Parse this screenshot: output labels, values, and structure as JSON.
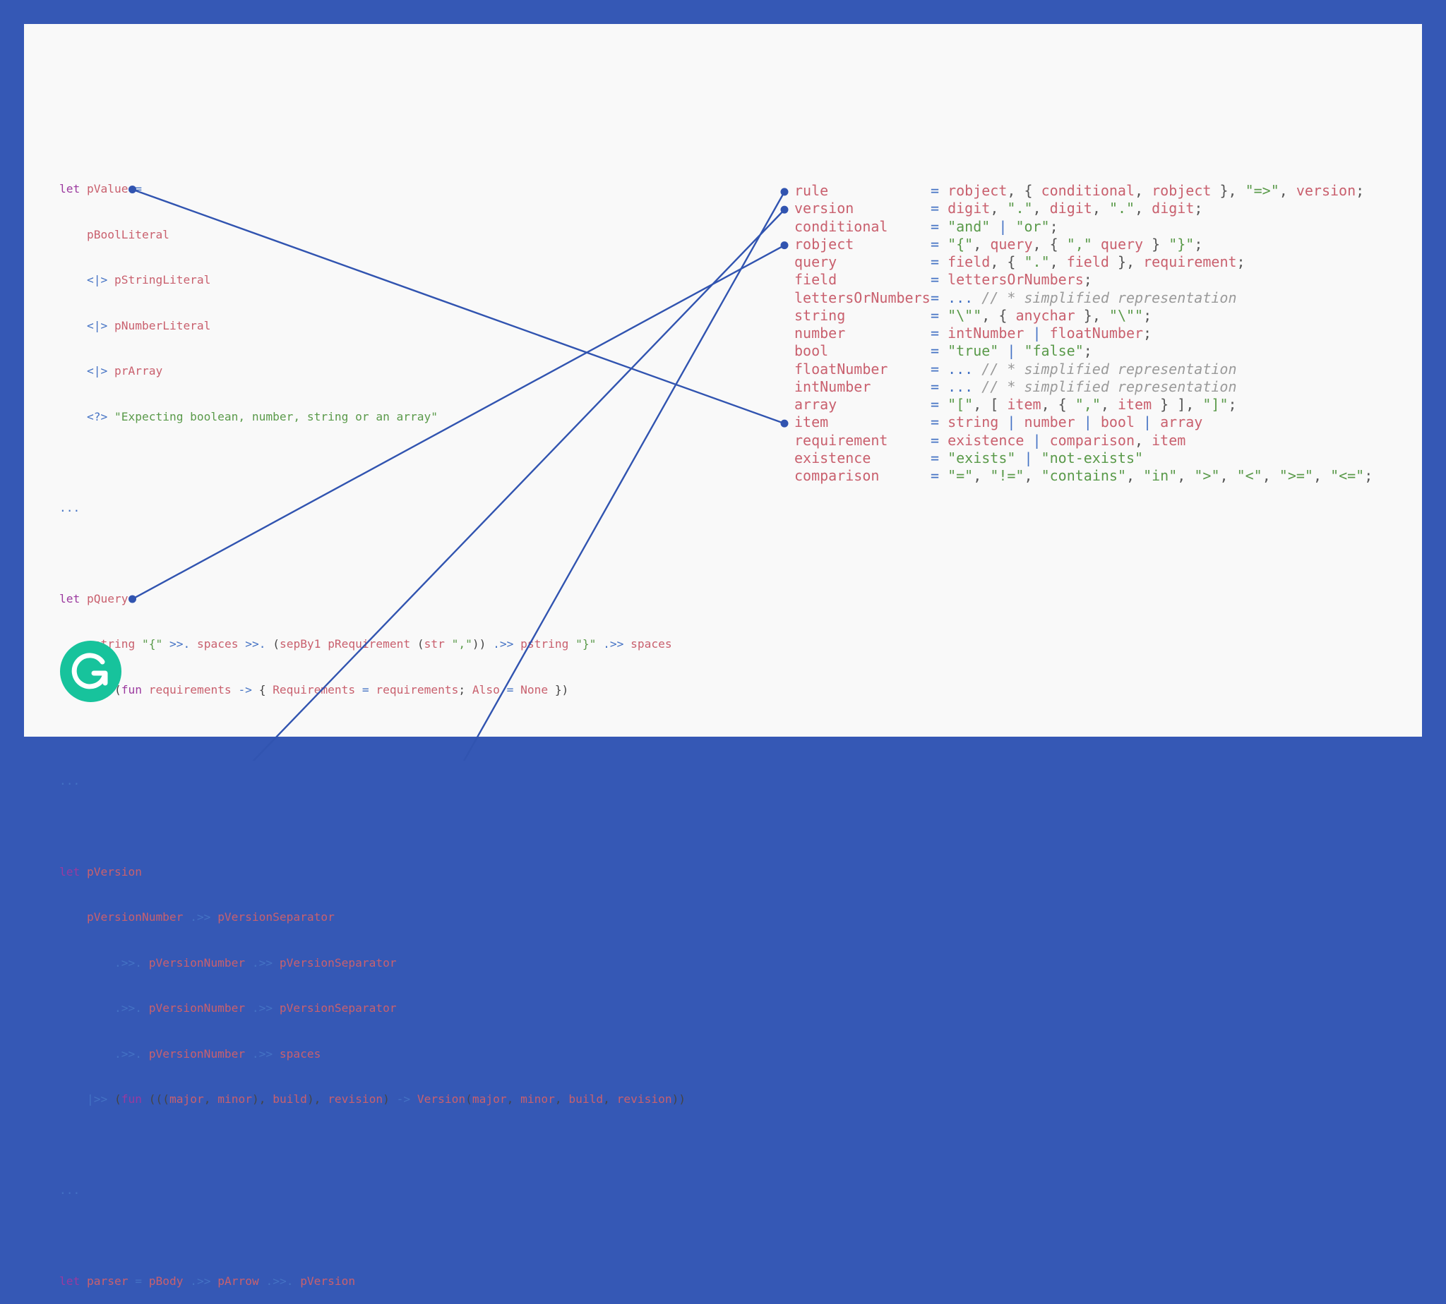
{
  "colors": {
    "frame": "#3558b5",
    "slide": "#f9f9f9",
    "wire": "#3154b0",
    "logo": "#17c39c",
    "ident": "#c9606e",
    "keyword": "#9b3a9f",
    "operator": "#4472c4",
    "string": "#5a9a4a",
    "comment": "#9a9a9a"
  },
  "left_code": {
    "pvalue": {
      "kw": "let",
      "name": "pValue",
      "eq": "=",
      "l1": "pBoolLiteral",
      "op": "<|>",
      "l2": "pStringLiteral",
      "l3": "pNumberLiteral",
      "l4": "prArray",
      "op_fail": "<?>",
      "msg": "\"Expecting boolean, number, string or an array\""
    },
    "ellipsis": "...",
    "pquery": {
      "kw": "let",
      "name": "pQuery",
      "l1_pstring": "pstring",
      "l1_lbrace": "\"{\"",
      "l1_op1": ">>.",
      "l1_spaces": "spaces",
      "l1_op2": ">>.",
      "l1_paren_open": "(",
      "l1_sepby": "sepBy1",
      "l1_preq": "pRequirement",
      "l1_paren2": "(",
      "l1_str": "str",
      "l1_comma": "\",\"",
      "l1_close": "))",
      "l1_op3": ".>>",
      "l1_pstring2": "pstring",
      "l1_rbrace": "\"}\"",
      "l1_op4": ".>>",
      "l1_spaces2": "spaces",
      "l2_op": "|>>",
      "l2_open": "(",
      "l2_fun": "fun",
      "l2_arg": "requirements",
      "l2_arrow": "->",
      "l2_lb": "{",
      "l2_field1": "Requirements",
      "l2_eq1": "=",
      "l2_val1": "requirements",
      "l2_semi": ";",
      "l2_field2": "Also",
      "l2_eq2": "=",
      "l2_val2": "None",
      "l2_close": "})"
    },
    "pversion": {
      "kw": "let",
      "name": "pVersion",
      "l1_a": "pVersionNumber",
      "l1_op": ".>>",
      "l1_b": "pVersionSeparator",
      "l2_op": ".>>.",
      "l2_a": "pVersionNumber",
      "l2_op2": ".>>",
      "l2_b": "pVersionSeparator",
      "l3_op": ".>>.",
      "l3_a": "pVersionNumber",
      "l3_op2": ".>>",
      "l3_b": "pVersionSeparator",
      "l4_op": ".>>.",
      "l4_a": "pVersionNumber",
      "l4_op2": ".>>",
      "l4_b": "spaces",
      "l5_op": "|>>",
      "l5_open": "(",
      "l5_fun": "fun",
      "l5_p": "(((",
      "l5_major": "major",
      "l5_c1": ",",
      "l5_minor": "minor",
      "l5_c2": "),",
      "l5_build": "build",
      "l5_c3": "),",
      "l5_rev": "revision",
      "l5_c4": ")",
      "l5_arrow": "->",
      "l5_ctor": "Version",
      "l5_o": "(",
      "l5_a1": "major",
      "l5_s1": ",",
      "l5_a2": "minor",
      "l5_s2": ",",
      "l5_a3": "build",
      "l5_s3": ",",
      "l5_a4": "revision",
      "l5_end": "))"
    },
    "parser": {
      "kw": "let",
      "name": "parser",
      "eq": "=",
      "a": "pBody",
      "op1": ".>>",
      "b": "pArrow",
      "op2": ".>>.",
      "c": "pVersion"
    }
  },
  "grammar": [
    {
      "lhs": "rule",
      "rhs": [
        [
          "o",
          "= "
        ],
        [
          "i",
          "robject"
        ],
        [
          "p",
          ", { "
        ],
        [
          "i",
          "conditional"
        ],
        [
          "p",
          ", "
        ],
        [
          "i",
          "robject"
        ],
        [
          "p",
          " }, "
        ],
        [
          "s",
          "\"=>\""
        ],
        [
          "p",
          ", "
        ],
        [
          "i",
          "version"
        ],
        [
          "p",
          ";"
        ]
      ]
    },
    {
      "lhs": "version",
      "rhs": [
        [
          "o",
          "= "
        ],
        [
          "i",
          "digit"
        ],
        [
          "p",
          ", "
        ],
        [
          "s",
          "\".\""
        ],
        [
          "p",
          ", "
        ],
        [
          "i",
          "digit"
        ],
        [
          "p",
          ", "
        ],
        [
          "s",
          "\".\""
        ],
        [
          "p",
          ", "
        ],
        [
          "i",
          "digit"
        ],
        [
          "p",
          ";"
        ]
      ]
    },
    {
      "lhs": "conditional",
      "rhs": [
        [
          "o",
          "= "
        ],
        [
          "s",
          "\"and\""
        ],
        [
          "o",
          " | "
        ],
        [
          "s",
          "\"or\""
        ],
        [
          "p",
          ";"
        ]
      ]
    },
    {
      "lhs": "robject",
      "rhs": [
        [
          "o",
          "= "
        ],
        [
          "s",
          "\"{\""
        ],
        [
          "p",
          ", "
        ],
        [
          "i",
          "query"
        ],
        [
          "p",
          ", { "
        ],
        [
          "s",
          "\",\""
        ],
        [
          "p",
          " "
        ],
        [
          "i",
          "query"
        ],
        [
          "p",
          " } "
        ],
        [
          "s",
          "\"}\""
        ],
        [
          "p",
          ";"
        ]
      ]
    },
    {
      "lhs": "query",
      "rhs": [
        [
          "o",
          "= "
        ],
        [
          "i",
          "field"
        ],
        [
          "p",
          ", { "
        ],
        [
          "s",
          "\".\""
        ],
        [
          "p",
          ", "
        ],
        [
          "i",
          "field"
        ],
        [
          "p",
          " }, "
        ],
        [
          "i",
          "requirement"
        ],
        [
          "p",
          ";"
        ]
      ]
    },
    {
      "lhs": "field",
      "rhs": [
        [
          "o",
          "= "
        ],
        [
          "i",
          "lettersOrNumbers"
        ],
        [
          "p",
          ";"
        ]
      ]
    },
    {
      "lhs": "lettersOrNumbers",
      "rhs": [
        [
          "o",
          "= ... "
        ],
        [
          "c",
          "// * simplified representation"
        ]
      ]
    },
    {
      "lhs": "string",
      "rhs": [
        [
          "o",
          "= "
        ],
        [
          "s",
          "\"\\\"\""
        ],
        [
          "p",
          ", { "
        ],
        [
          "i",
          "anychar"
        ],
        [
          "p",
          " }, "
        ],
        [
          "s",
          "\"\\\"\""
        ],
        [
          "p",
          ";"
        ]
      ]
    },
    {
      "lhs": "number",
      "rhs": [
        [
          "o",
          "= "
        ],
        [
          "i",
          "intNumber"
        ],
        [
          "o",
          " | "
        ],
        [
          "i",
          "floatNumber"
        ],
        [
          "p",
          ";"
        ]
      ]
    },
    {
      "lhs": "bool",
      "rhs": [
        [
          "o",
          "= "
        ],
        [
          "s",
          "\"true\""
        ],
        [
          "o",
          " | "
        ],
        [
          "s",
          "\"false\""
        ],
        [
          "p",
          ";"
        ]
      ]
    },
    {
      "lhs": "floatNumber",
      "rhs": [
        [
          "o",
          "= ... "
        ],
        [
          "c",
          "// * simplified representation"
        ]
      ]
    },
    {
      "lhs": "intNumber",
      "rhs": [
        [
          "o",
          "= ... "
        ],
        [
          "c",
          "// * simplified representation"
        ]
      ]
    },
    {
      "lhs": "array",
      "rhs": [
        [
          "o",
          "= "
        ],
        [
          "s",
          "\"[\""
        ],
        [
          "p",
          ", [ "
        ],
        [
          "i",
          "item"
        ],
        [
          "p",
          ", { "
        ],
        [
          "s",
          "\",\""
        ],
        [
          "p",
          ", "
        ],
        [
          "i",
          "item"
        ],
        [
          "p",
          " } ], "
        ],
        [
          "s",
          "\"]\""
        ],
        [
          "p",
          ";"
        ]
      ]
    },
    {
      "lhs": "item",
      "rhs": [
        [
          "o",
          "= "
        ],
        [
          "i",
          "string"
        ],
        [
          "o",
          " | "
        ],
        [
          "i",
          "number"
        ],
        [
          "o",
          " | "
        ],
        [
          "i",
          "bool"
        ],
        [
          "o",
          " | "
        ],
        [
          "i",
          "array"
        ]
      ]
    },
    {
      "lhs": "requirement",
      "rhs": [
        [
          "o",
          "= "
        ],
        [
          "i",
          "existence"
        ],
        [
          "o",
          " | "
        ],
        [
          "i",
          "comparison"
        ],
        [
          "p",
          ", "
        ],
        [
          "i",
          "item"
        ]
      ]
    },
    {
      "lhs": "existence",
      "rhs": [
        [
          "o",
          "= "
        ],
        [
          "s",
          "\"exists\""
        ],
        [
          "o",
          " | "
        ],
        [
          "s",
          "\"not-exists\""
        ]
      ]
    },
    {
      "lhs": "comparison",
      "rhs": [
        [
          "o",
          "= "
        ],
        [
          "s",
          "\"=\""
        ],
        [
          "p",
          ", "
        ],
        [
          "s",
          "\"!=\""
        ],
        [
          "p",
          ", "
        ],
        [
          "s",
          "\"contains\""
        ],
        [
          "p",
          ", "
        ],
        [
          "s",
          "\"in\""
        ],
        [
          "p",
          ", "
        ],
        [
          "s",
          "\">\""
        ],
        [
          "p",
          ", "
        ],
        [
          "s",
          "\"<\""
        ],
        [
          "p",
          ", "
        ],
        [
          "s",
          "\">=\""
        ],
        [
          "p",
          ", "
        ],
        [
          "s",
          "\"<=\""
        ],
        [
          "p",
          ";"
        ]
      ]
    }
  ],
  "connections": [
    {
      "from": "pValue",
      "to": "item"
    },
    {
      "from": "pQuery",
      "to": "robject"
    },
    {
      "from": "pVersion",
      "to": "version"
    },
    {
      "from": "pBody",
      "to": "rule"
    }
  ],
  "logo": {
    "name": "grammarly-logo"
  }
}
